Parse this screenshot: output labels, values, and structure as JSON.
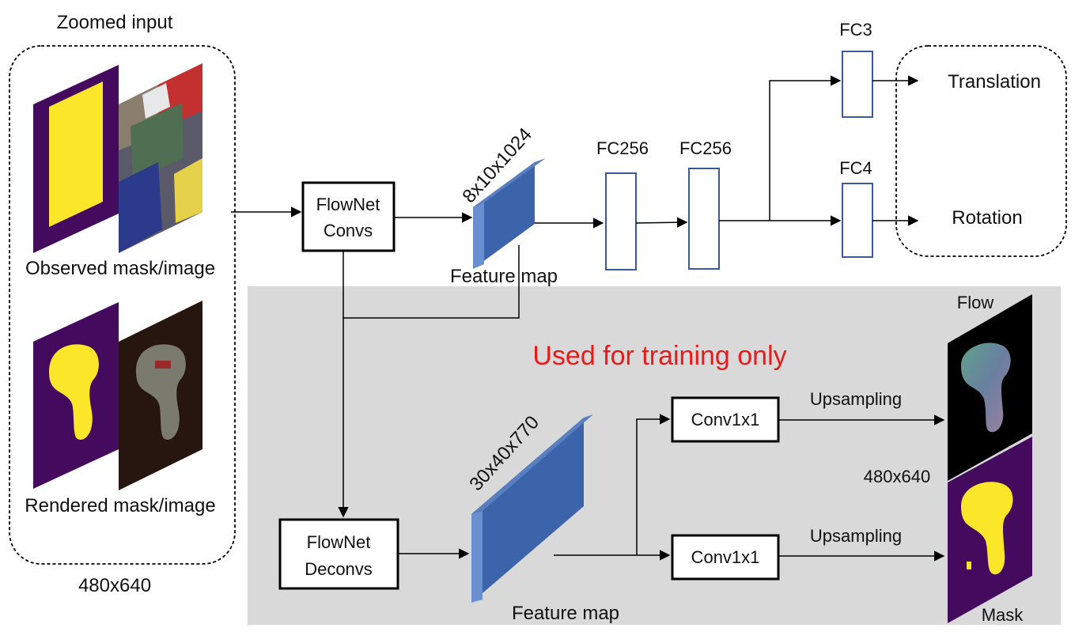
{
  "input": {
    "title": "Zoomed input",
    "observed_label": "Observed  mask/image",
    "rendered_label": "Rendered mask/image",
    "size_label": "480x640"
  },
  "encoder": {
    "flownet_convs_line1": "FlowNet",
    "flownet_convs_line2": "Convs",
    "feature_dims": "8x10x1024",
    "feature_label": "Feature map"
  },
  "fc": {
    "fc256_a": "FC256",
    "fc256_b": "FC256",
    "fc3": "FC3",
    "fc4": "FC4"
  },
  "outputs": {
    "translation": "Translation",
    "rotation": "Rotation"
  },
  "training_branch": {
    "note": "Used for training only",
    "deconvs_line1": "FlowNet",
    "deconvs_line2": "Deconvs",
    "feature_dims": "30x40x770",
    "feature_label": "Feature map",
    "conv_top": "Conv1x1",
    "conv_bottom": "Conv1x1",
    "upsampling_top": "Upsampling",
    "upsampling_bottom": "Upsampling",
    "flow_label": "Flow",
    "mask_label": "Mask",
    "size_label": "480x640"
  },
  "colors": {
    "mask_purple": "#440a5e",
    "mask_yellow": "#fbe62a",
    "feature_blue": "#3c64aa",
    "fc_border": "#3c5a98",
    "training_bg": "#d9d9d9",
    "note_red": "#e81b1b"
  }
}
